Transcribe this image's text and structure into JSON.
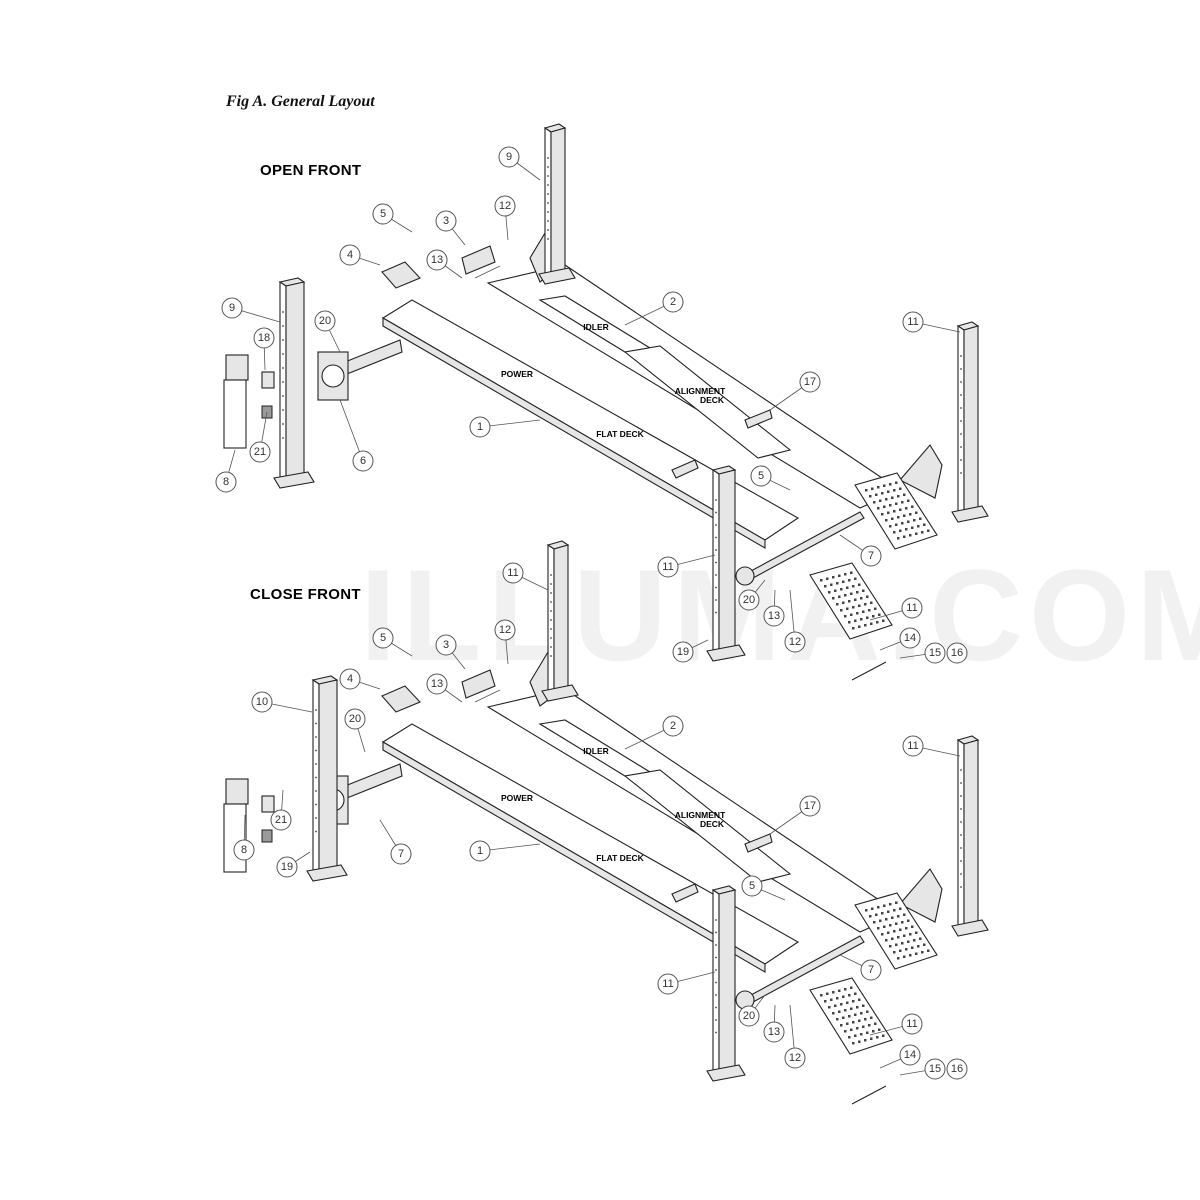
{
  "figure_title": "Fig A.  General Layout",
  "watermark": "ILLUMA.COM",
  "sections": [
    {
      "title": "OPEN FRONT",
      "deck_labels": [
        "IDLER",
        "ALIGNMENT",
        "DECK",
        "POWER",
        "FLAT DECK"
      ],
      "callouts": [
        "9",
        "5",
        "3",
        "12",
        "4",
        "13",
        "9",
        "20",
        "18",
        "21",
        "8",
        "6",
        "2",
        "11",
        "1",
        "17",
        "5",
        "7",
        "11",
        "20",
        "13",
        "12",
        "11",
        "19",
        "14",
        "15",
        "16"
      ]
    },
    {
      "title": "CLOSE FRONT",
      "deck_labels": [
        "IDLER",
        "ALIGNMENT",
        "DECK",
        "POWER",
        "FLAT DECK"
      ],
      "callouts": [
        "11",
        "5",
        "3",
        "12",
        "4",
        "13",
        "10",
        "20",
        "8",
        "21",
        "7",
        "19",
        "2",
        "11",
        "1",
        "17",
        "5",
        "7",
        "11",
        "20",
        "13",
        "12",
        "11",
        "14",
        "15",
        "16"
      ]
    }
  ]
}
